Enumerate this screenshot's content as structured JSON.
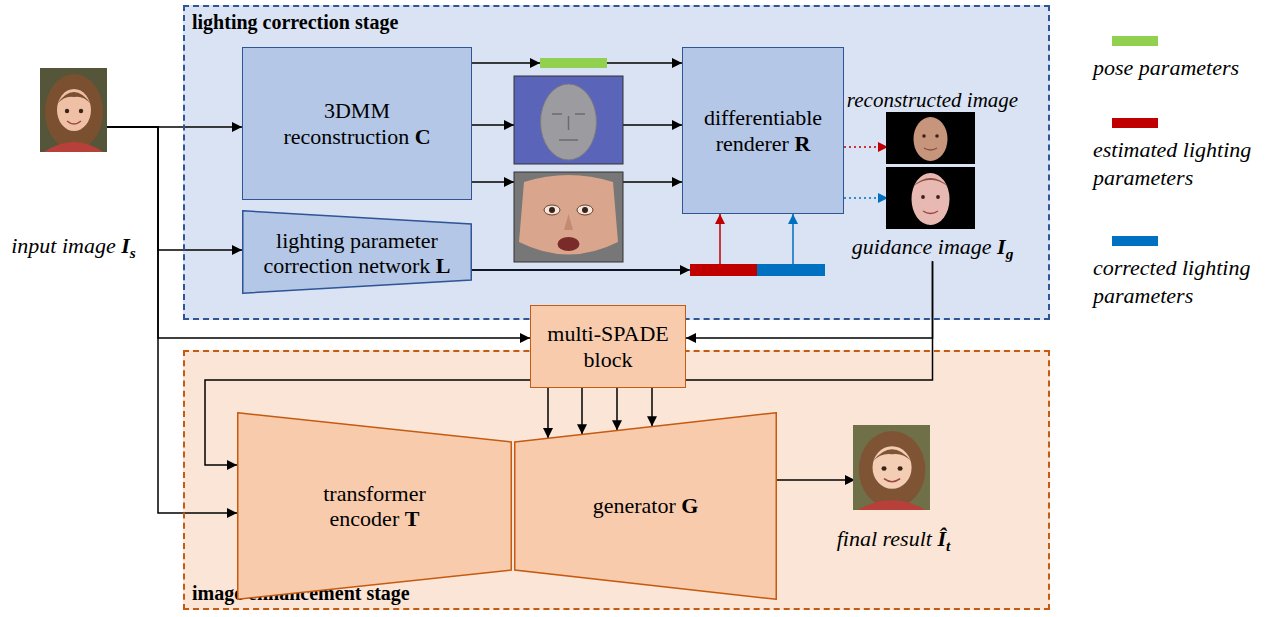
{
  "diagram": {
    "nodes": [
      {
        "text": [
          "input image Is"
        ]
      },
      {
        "text": [
          "lighting correction stage"
        ]
      },
      {
        "text": [
          "3DMM reconstruction C"
        ],
        "in": 1
      },
      {
        "text": [
          "lighting parameter correction network L"
        ],
        "in": 1
      },
      {
        "text": [
          "differentiable renderer R"
        ],
        "in": 1
      },
      {
        "text": [
          "reconstructed image"
        ],
        "in": 1
      },
      {
        "text": [
          "guidance image Ig"
        ],
        "in": 1
      },
      {
        "text": [
          "multi-SPADE block"
        ]
      },
      {
        "text": [
          "image enhancement stage"
        ]
      },
      {
        "text": [
          "transformer encoder T"
        ],
        "in": 8
      },
      {
        "text": [
          "generator G"
        ],
        "in": 8
      },
      {
        "text": [
          "final result Ît"
        ],
        "in": 8
      }
    ],
    "edges": [
      {
        "from": 0,
        "to": 2,
        "arrow": "to"
      },
      {
        "from": 0,
        "to": 3,
        "arrow": "to"
      },
      {
        "from": 0,
        "to": 7,
        "arrow": "to"
      },
      {
        "from": 0,
        "to": 9,
        "arrow": "to"
      },
      {
        "from": 2,
        "to": 4,
        "arrow": "to"
      },
      {
        "from": 2,
        "to": 4,
        "arrow": "to"
      },
      {
        "from": 2,
        "to": 4,
        "arrow": "to"
      },
      {
        "from": 3,
        "to": 4,
        "arrow": "to"
      },
      {
        "from": 3,
        "to": 4,
        "arrow": "to"
      },
      {
        "from": 4,
        "to": 5,
        "arrow": "to"
      },
      {
        "from": 4,
        "to": 6,
        "arrow": "to"
      },
      {
        "from": 6,
        "to": 7,
        "arrow": "to"
      },
      {
        "from": 6,
        "to": 9,
        "arrow": "to"
      },
      {
        "from": 7,
        "to": 10,
        "arrow": "to"
      },
      {
        "from": 7,
        "to": 10,
        "arrow": "to"
      },
      {
        "from": 7,
        "to": 10,
        "arrow": "to"
      },
      {
        "from": 7,
        "to": 10,
        "arrow": "to"
      },
      {
        "from": 10,
        "to": 11,
        "arrow": "to"
      }
    ],
    "legend": [
      {
        "text": "pose parameters",
        "color": "#92d050"
      },
      {
        "text": "estimated lighting parameters",
        "color": "#c00000"
      },
      {
        "text": "corrected lighting parameters",
        "color": "#0070c0"
      }
    ]
  }
}
